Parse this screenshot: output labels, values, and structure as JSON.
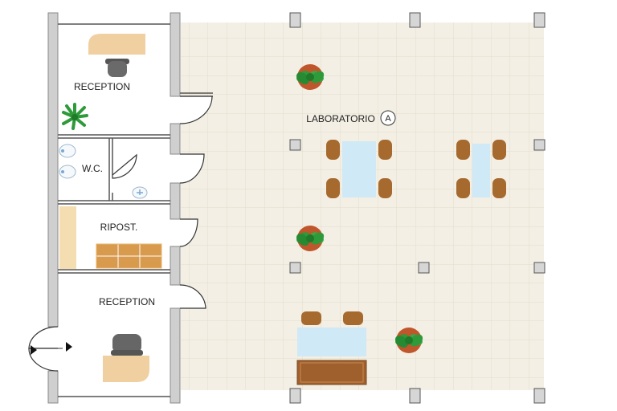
{
  "rooms": {
    "reception_top": "RECEPTION",
    "wc": "W.C.",
    "storage": "RIPOST.",
    "reception_bottom": "RECEPTION",
    "lab": "LABORATORIO",
    "lab_marker": "A"
  },
  "colors": {
    "wall": "#cfcfcf",
    "lab_floor": "#f3efe4",
    "grid": "#e2dccb",
    "desk": "#f0cfa0",
    "chair": "#555555",
    "lab_chair": "#a66a2e",
    "lab_table": "#cfe9f7",
    "plant": "#2e9a3a",
    "pot": "#c0562b",
    "boxes": "#d89a4c",
    "bench": "#a0602e"
  }
}
